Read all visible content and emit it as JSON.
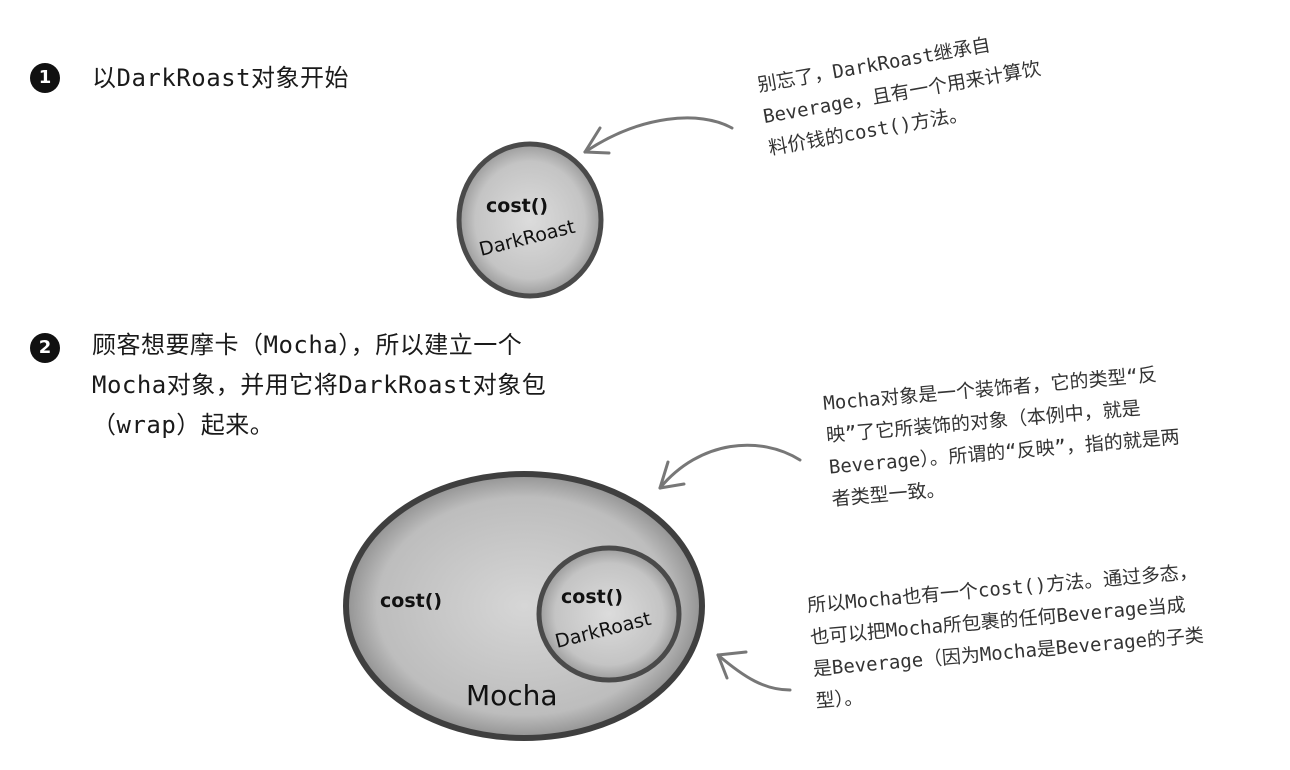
{
  "steps": [
    {
      "number": "1",
      "lines": [
        "以DarkRoast对象开始"
      ]
    },
    {
      "number": "2",
      "lines": [
        "顾客想要摩卡（Mocha），所以建立一个",
        "Mocha对象，并用它将DarkRoast对象包",
        "（wrap）起来。"
      ]
    }
  ],
  "notes": {
    "darkroast_note": [
      "别忘了，DarkRoast继承自",
      "Beverage，且有一个用来计算饮",
      "料价钱的cost()方法。"
    ],
    "mocha_note": [
      "Mocha对象是一个装饰者，它的类型“反",
      "映”了它所装饰的对象（本例中，就是",
      "Beverage）。所谓的“反映”，指的就是两",
      "者类型一致。"
    ],
    "polymorphism_note": [
      "所以Mocha也有一个cost()方法。通过多态，",
      "也可以把Mocha所包裹的任何Beverage当成",
      "是Beverage（因为Mocha是Beverage的子类",
      "型）。"
    ]
  },
  "diagram": {
    "darkroast_alone": {
      "method": "cost()",
      "name": "DarkRoast"
    },
    "mocha_outer": {
      "method": "cost()",
      "name": "Mocha"
    },
    "darkroast_inner": {
      "method": "cost()",
      "name": "DarkRoast"
    }
  },
  "colors": {
    "sphere_fill": "#c9c9c9",
    "sphere_edge": "#4a4a4a",
    "arrow": "#777777",
    "badge": "#111111"
  }
}
